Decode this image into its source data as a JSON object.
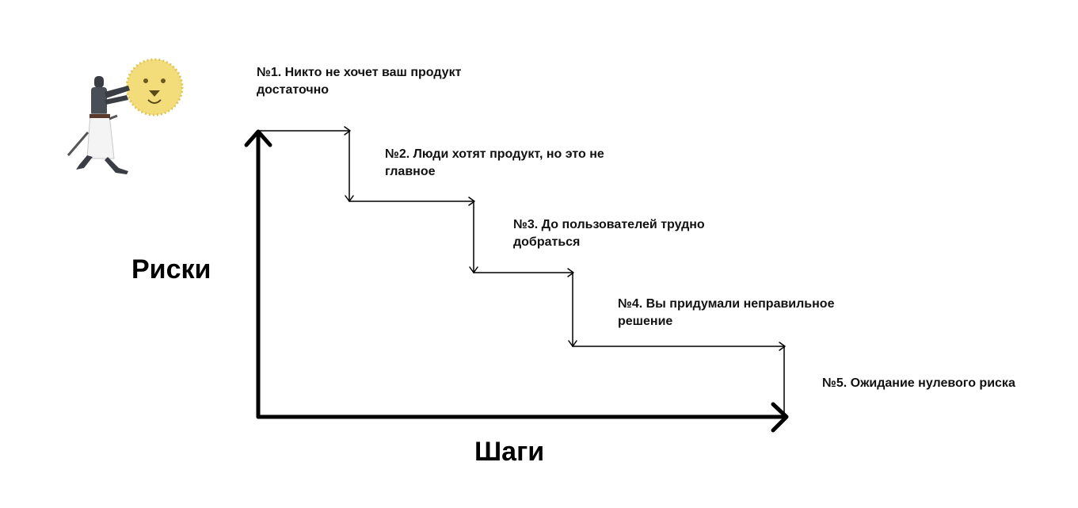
{
  "axes": {
    "y_label": "Риски",
    "x_label": "Шаги"
  },
  "steps": [
    {
      "label": "№1. Никто не хочет ваш продукт достаточно"
    },
    {
      "label": "№2. Люди хотят продукт, но это не главное"
    },
    {
      "label": "№3. До пользователей трудно добраться"
    },
    {
      "label": "№4. Вы придумали неправильное решение"
    },
    {
      "label": "№5. Ожидание нулевого риска"
    }
  ],
  "illustration": {
    "icon": "knight-with-lion-head-icon",
    "colors": {
      "lion": "#f3dd7a",
      "armor": "#3a3d44",
      "tunic": "#f4f4f4"
    }
  }
}
